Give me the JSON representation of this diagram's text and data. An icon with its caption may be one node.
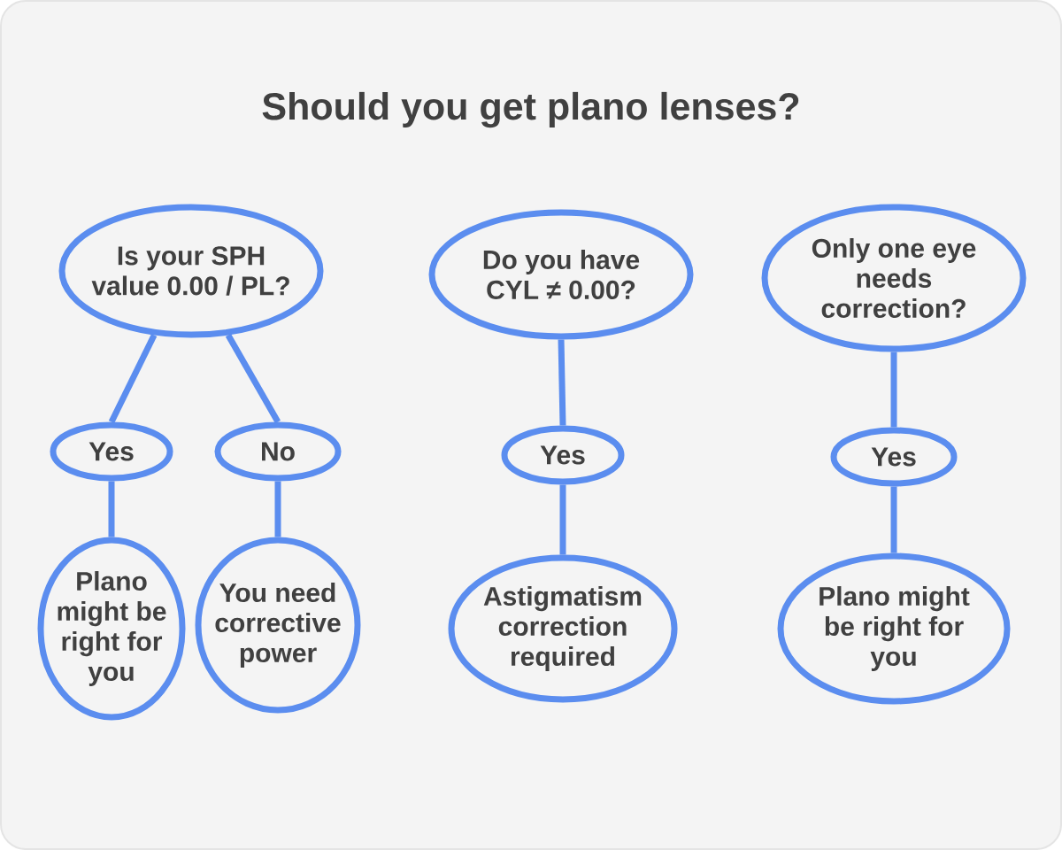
{
  "diagram": {
    "title": "Should you get plano lenses?",
    "nodes": [
      {
        "text": [
          "Is your SPH value 0.00 / PL?"
        ]
      },
      {
        "text": [
          "Yes"
        ]
      },
      {
        "text": [
          "No"
        ]
      },
      {
        "text": [
          "Plano might be right for you"
        ]
      },
      {
        "text": [
          "You need corrective power"
        ]
      },
      {
        "text": [
          "Do you have CYL ≠ 0.00?"
        ]
      },
      {
        "text": [
          "Yes"
        ]
      },
      {
        "text": [
          "Astigmatism correction required"
        ]
      },
      {
        "text": [
          "Only one eye needs correction?"
        ]
      },
      {
        "text": [
          "Yes"
        ]
      },
      {
        "text": [
          "Plano might be right for you"
        ]
      }
    ],
    "edges": [
      {
        "from": 0,
        "to": 1,
        "arrow": "none"
      },
      {
        "from": 0,
        "to": 2,
        "arrow": "none"
      },
      {
        "from": 1,
        "to": 3,
        "arrow": "none"
      },
      {
        "from": 2,
        "to": 4,
        "arrow": "none"
      },
      {
        "from": 5,
        "to": 6,
        "arrow": "none"
      },
      {
        "from": 6,
        "to": 7,
        "arrow": "none"
      },
      {
        "from": 8,
        "to": 9,
        "arrow": "none"
      },
      {
        "from": 9,
        "to": 10,
        "arrow": "none"
      }
    ]
  }
}
